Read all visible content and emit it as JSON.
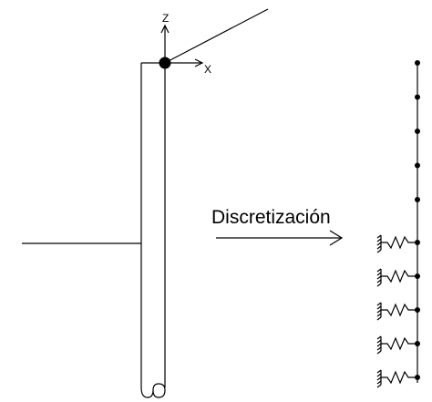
{
  "axes": {
    "z_label": "Z",
    "x_label": "X"
  },
  "arrow": {
    "label": "Discretización"
  },
  "discretized_model": {
    "free_nodes": 5,
    "spring_supported_nodes": 5
  }
}
